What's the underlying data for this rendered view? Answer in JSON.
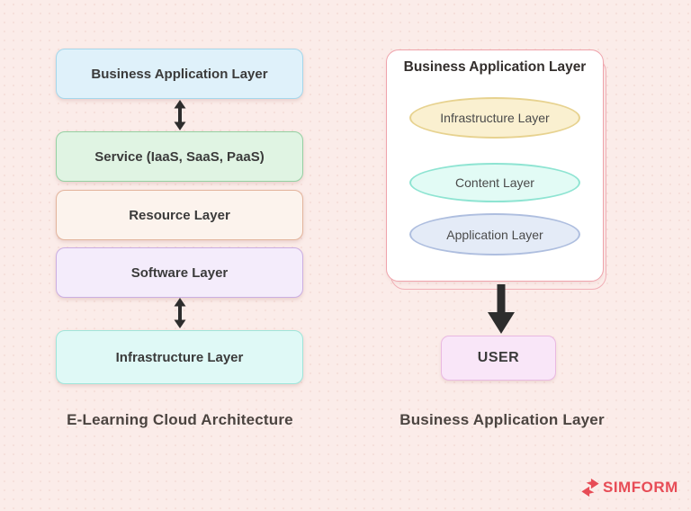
{
  "canvas": {
    "background": "#FBECE9",
    "box_text_color": "#3B3B3B",
    "caption_color": "#4B4440"
  },
  "left_diagram": {
    "caption": "E-Learning Cloud Architecture",
    "boxes": [
      {
        "label": "Business Application Layer",
        "fill": "#DFF1FA",
        "border": "#A5D7EB"
      },
      {
        "label": "Service (IaaS, SaaS, PaaS)",
        "fill": "#E0F4E3",
        "border": "#95D0A3"
      },
      {
        "label": "Resource Layer",
        "fill": "#FCF3ED",
        "border": "#E3B49C"
      },
      {
        "label": "Software Layer",
        "fill": "#F4ECFB",
        "border": "#CBAEE2"
      },
      {
        "label": "Infrastructure Layer",
        "fill": "#DFF9F6",
        "border": "#9FE5DA"
      }
    ],
    "arrow_color": "#2D2D2D",
    "icons": {
      "between_1_2": "double-arrow-icon",
      "between_4_5": "double-arrow-icon"
    }
  },
  "right_diagram": {
    "panel_title": "Business Application Layer",
    "panel_border": "#EFA3AB",
    "ellipses": [
      {
        "label": "Infrastructure Layer",
        "fill": "#FAF0D0",
        "border": "#E7D28F"
      },
      {
        "label": "Content Layer",
        "fill": "#E2FBF5",
        "border": "#8EE4D2"
      },
      {
        "label": "Application Layer",
        "fill": "#E4EBF7",
        "border": "#AEBEDF"
      }
    ],
    "arrow_color": "#2D2D2D",
    "arrow_icon": "down-arrow-icon",
    "user_box": {
      "label": "USER",
      "fill": "#F9E6F8",
      "border": "#E9B9E2"
    },
    "caption": "Business Application Layer"
  },
  "branding": {
    "logo_text": "SIMFORM",
    "logo_color": "#E74C56",
    "logo_icon": "simform-logo-icon"
  }
}
